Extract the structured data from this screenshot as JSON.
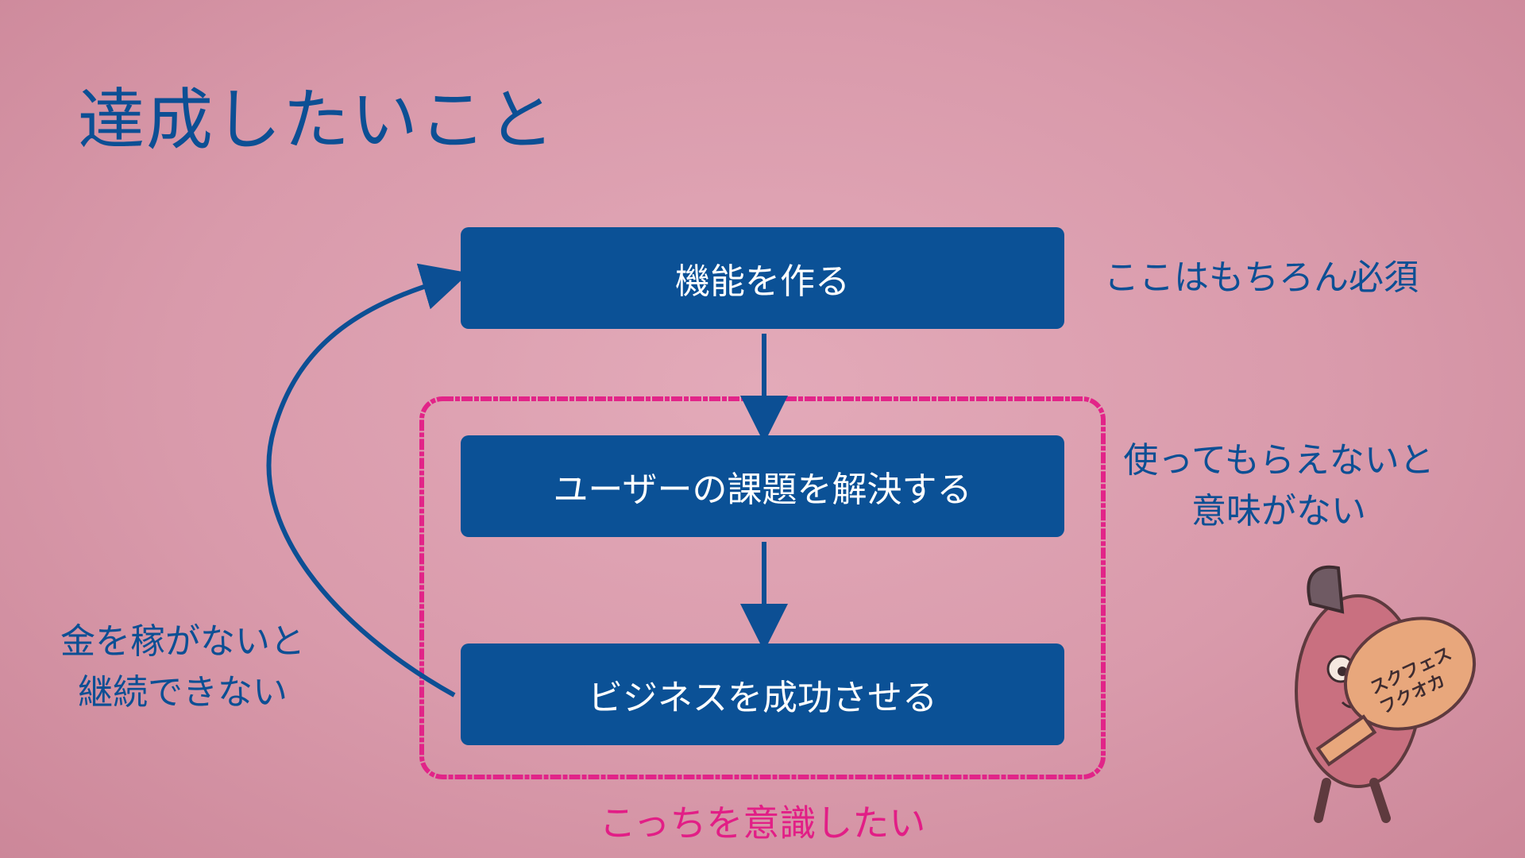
{
  "title": "達成したいこと",
  "boxes": [
    {
      "label": "機能を作る"
    },
    {
      "label": "ユーザーの課題を解決する"
    },
    {
      "label": "ビジネスを成功させる"
    }
  ],
  "notes": {
    "top": "ここはもちろん必須",
    "middle_line1": "使ってもらえないと",
    "middle_line2": "意味がない",
    "left_line1": "金を稼がないと",
    "left_line2": "継続できない"
  },
  "focus_caption": "こっちを意識したい",
  "mascot": {
    "text_line1": "スクフェス",
    "text_line2": "フクオカ"
  },
  "colors": {
    "box": "#0b5196",
    "text_blue": "#0c4f94",
    "highlight": "#e21e86",
    "background": "#d99aab"
  }
}
